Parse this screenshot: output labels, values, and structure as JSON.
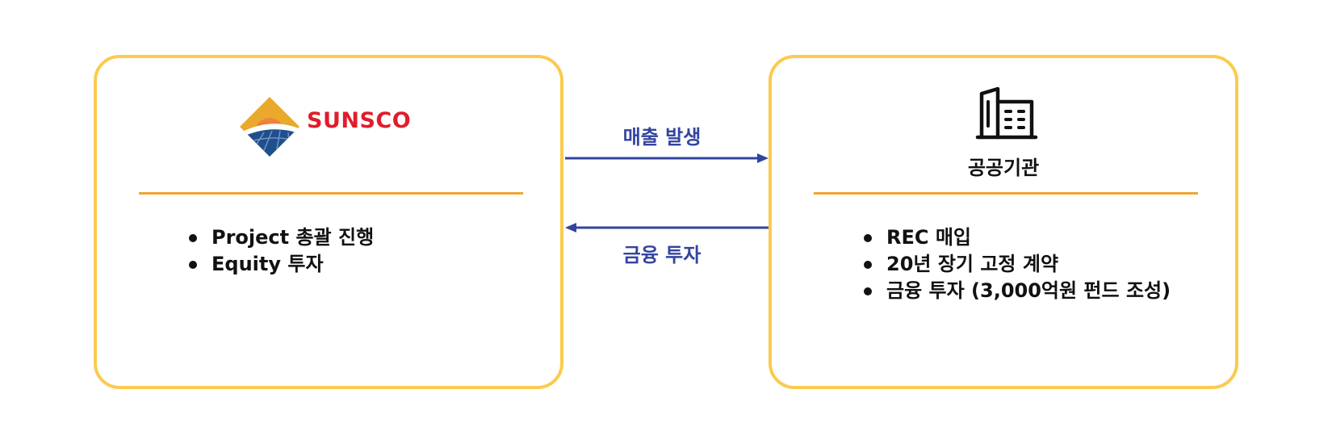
{
  "left_panel": {
    "brand_name": "SUNSCO",
    "bullets": [
      "Project 총괄 진행",
      "Equity 투자"
    ]
  },
  "right_panel": {
    "icon": "building-icon",
    "org_name": "공공기관",
    "bullets": [
      "REC 매입",
      "20년 장기 고정 계약",
      "금융 투자 (3,000억원 펀드 조성)"
    ]
  },
  "arrows": {
    "to_right_label": "매출 발생",
    "to_left_label": "금융 투자"
  },
  "colors": {
    "box_border": "#fbcb4f",
    "divider": "#f2a431",
    "arrow": "#3344a0",
    "brand_red": "#e01d2b"
  }
}
